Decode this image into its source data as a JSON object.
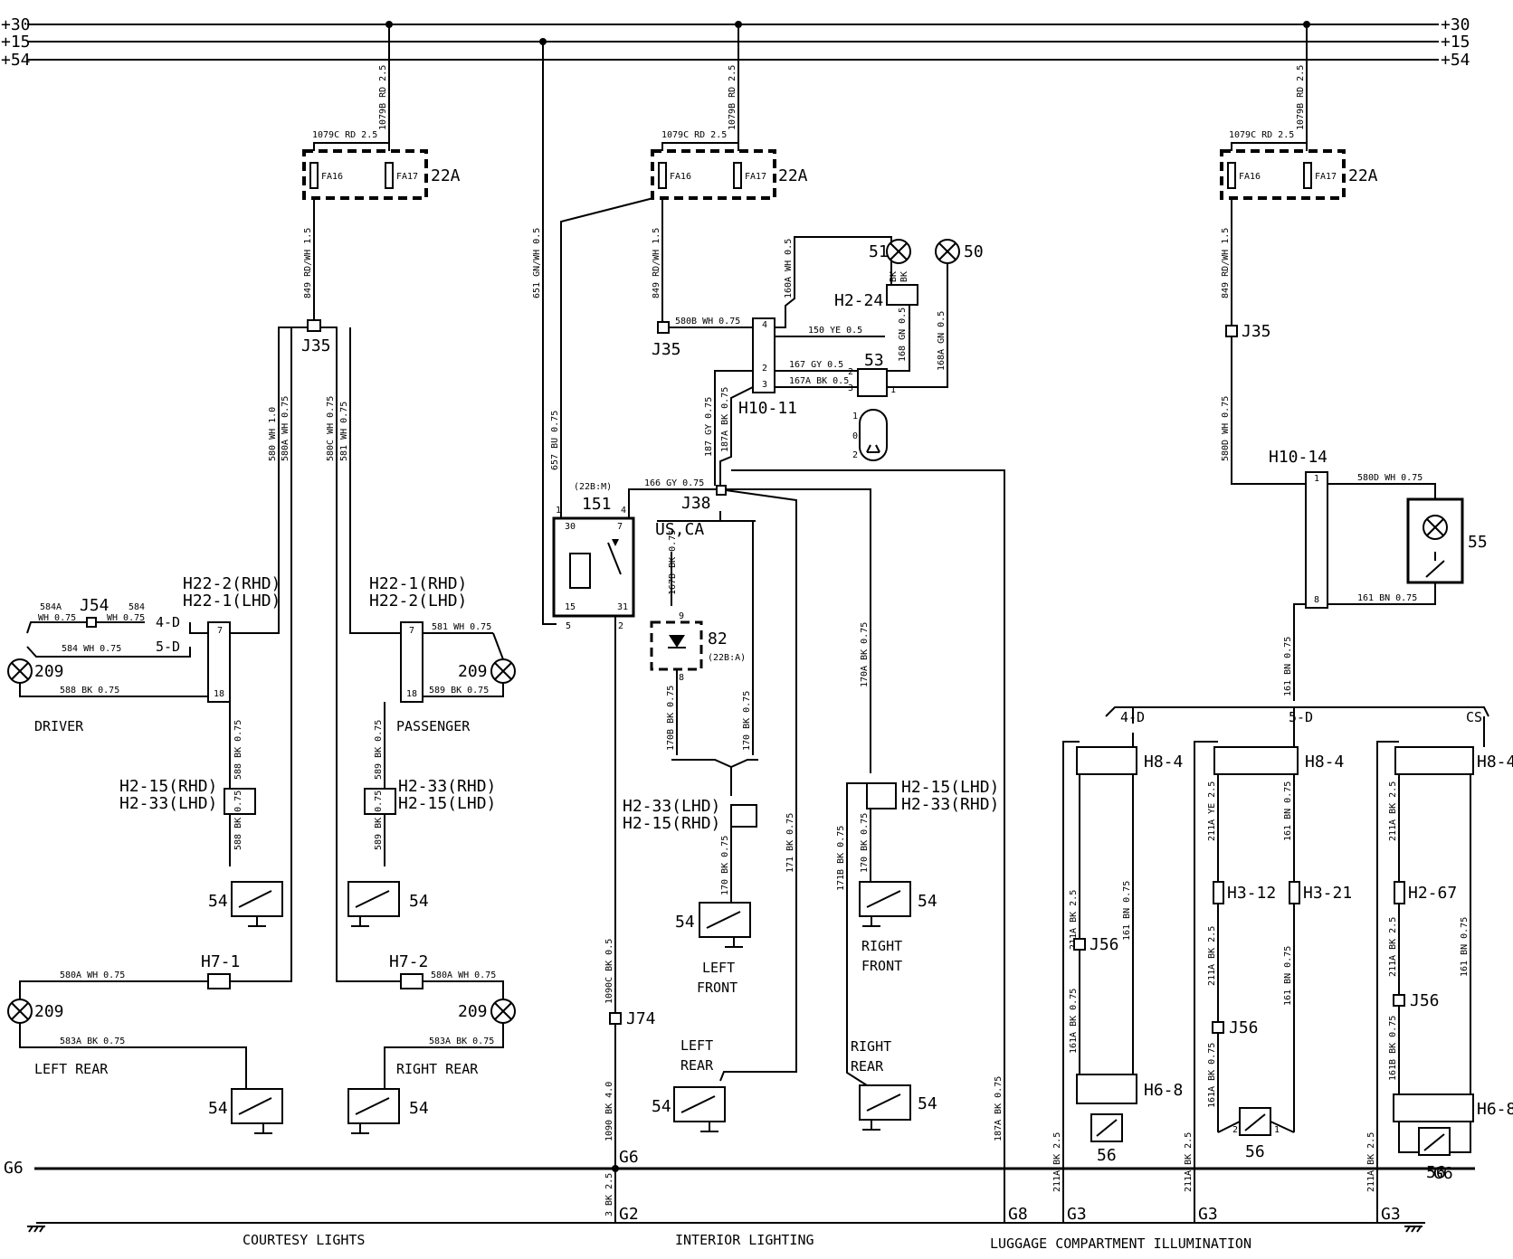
{
  "rails": {
    "r30": "+30",
    "r15": "+15",
    "r54": "+54",
    "g6": "G6"
  },
  "sections": {
    "courtesy": "COURTESY LIGHTS",
    "interior": "INTERIOR LIGHTING",
    "luggage": "LUGGAGE COMPARTMENT ILLUMINATION"
  },
  "fuse": {
    "fa16": "FA16",
    "fa17": "FA17",
    "id": "22A"
  },
  "wires": {
    "w1079b": "1079B RD 2.5",
    "w1079c": "1079C RD 2.5",
    "w849": "849 RD/WH 1.5",
    "w651": "651 GN/WH 0.5",
    "w580": "580 WH 1.0",
    "w580a": "580A WH 0.75",
    "w580c": "580C WH 0.75",
    "w581": "581 WH 0.75",
    "w584a": "584A",
    "w584a2": "WH 0.75",
    "w584": "584",
    "w584b": "WH 0.75",
    "w584c": "584 WH 0.75",
    "w588": "588 BK 0.75",
    "w589": "589 BK 0.75",
    "w580a2": "580A WH 0.75",
    "w583a": "583A BK 0.75",
    "w580b": "580B WH 0.75",
    "w160a": "160A WH 0.5",
    "w150": "150 YE 0.5",
    "w167": "167 GY 0.5",
    "w167a": "167A BK 0.5",
    "w168": "168 GN 0.5",
    "w168a": "168A GN 0.5",
    "w657": "657 BU 0.75",
    "w187": "187 GY 0.75",
    "w187a": "187A BK 0.75",
    "w166": "166 GY 0.75",
    "w167b": "167B BK 0.75",
    "w170b": "170B BK 0.75",
    "w170": "170 BK 0.75",
    "w171": "171 BK 0.75",
    "w170a": "170A BK 0.75",
    "w171b": "171B BK 0.75",
    "w1090c": "1090C BK 0.5",
    "w1090": "1090 BK 4.0",
    "w3bk": "3 BK 2.5",
    "w187a2": "187A BK 0.75",
    "w580d": "580D WH 0.75",
    "w580d2": "580D WH 0.75",
    "w161": "161 BN 0.75",
    "w161b": "161 BN 0.75",
    "w211a": "211A BK 2.5",
    "w161a": "161A BK 0.75",
    "w211aye": "211A YE 2.5",
    "w161bn": "161 BN 0.75",
    "w161ab": "161A BK 0.75",
    "w161bb": "161B BK 0.75",
    "bk": "BK"
  },
  "labels": {
    "j35": "J35",
    "j54": "J54",
    "j38": "J38",
    "j74": "J74",
    "j56": "J56",
    "h22a1": "H22-2(RHD)",
    "h22a2": "H22-1(LHD)",
    "h22b1": "H22-1(RHD)",
    "h22b2": "H22-2(LHD)",
    "d4": "4-D",
    "d5": "5-D",
    "cs": "CS",
    "lamp": "209",
    "driver": "DRIVER",
    "passenger": "PASSENGER",
    "h215rhd": "H2-15(RHD)",
    "h233lhd": "H2-33(LHD)",
    "h233rhd": "H2-33(RHD)",
    "h215lhd": "H2-15(LHD)",
    "sw": "54",
    "h71": "H7-1",
    "h72": "H7-2",
    "leftrear": "LEFT REAR",
    "rightrear": "RIGHT REAR",
    "l51": "51",
    "l50": "50",
    "h224": "H2-24",
    "l53": "53",
    "h1011": "H10-11",
    "r151": "151",
    "r22bm": "(22B:M)",
    "usca": "US,CA",
    "l82": "82",
    "l22ba": "(22B:A)",
    "leftfront": "LEFT",
    "leftfront2": "FRONT",
    "rightfront": "RIGHT",
    "rightfront2": "FRONT",
    "leftrear2": "LEFT",
    "leftrear3": "REAR",
    "rightrear2": "RIGHT",
    "rightrear3": "REAR",
    "h1014": "H10-14",
    "l55": "55",
    "h84": "H8-4",
    "h68": "H6-8",
    "h312": "H3-12",
    "h321": "H3-21",
    "h267": "H2-67",
    "l56": "56",
    "g2": "G2",
    "g8": "G8",
    "g3": "G3",
    "p1": "1",
    "p2": "2",
    "p3": "3",
    "p4": "4",
    "p5": "5",
    "p7": "7",
    "p8": "8",
    "p9": "9",
    "p18": "18",
    "p30": "30",
    "p31": "31",
    "p15": "15",
    "p0": "0",
    "pbk": "BK"
  }
}
